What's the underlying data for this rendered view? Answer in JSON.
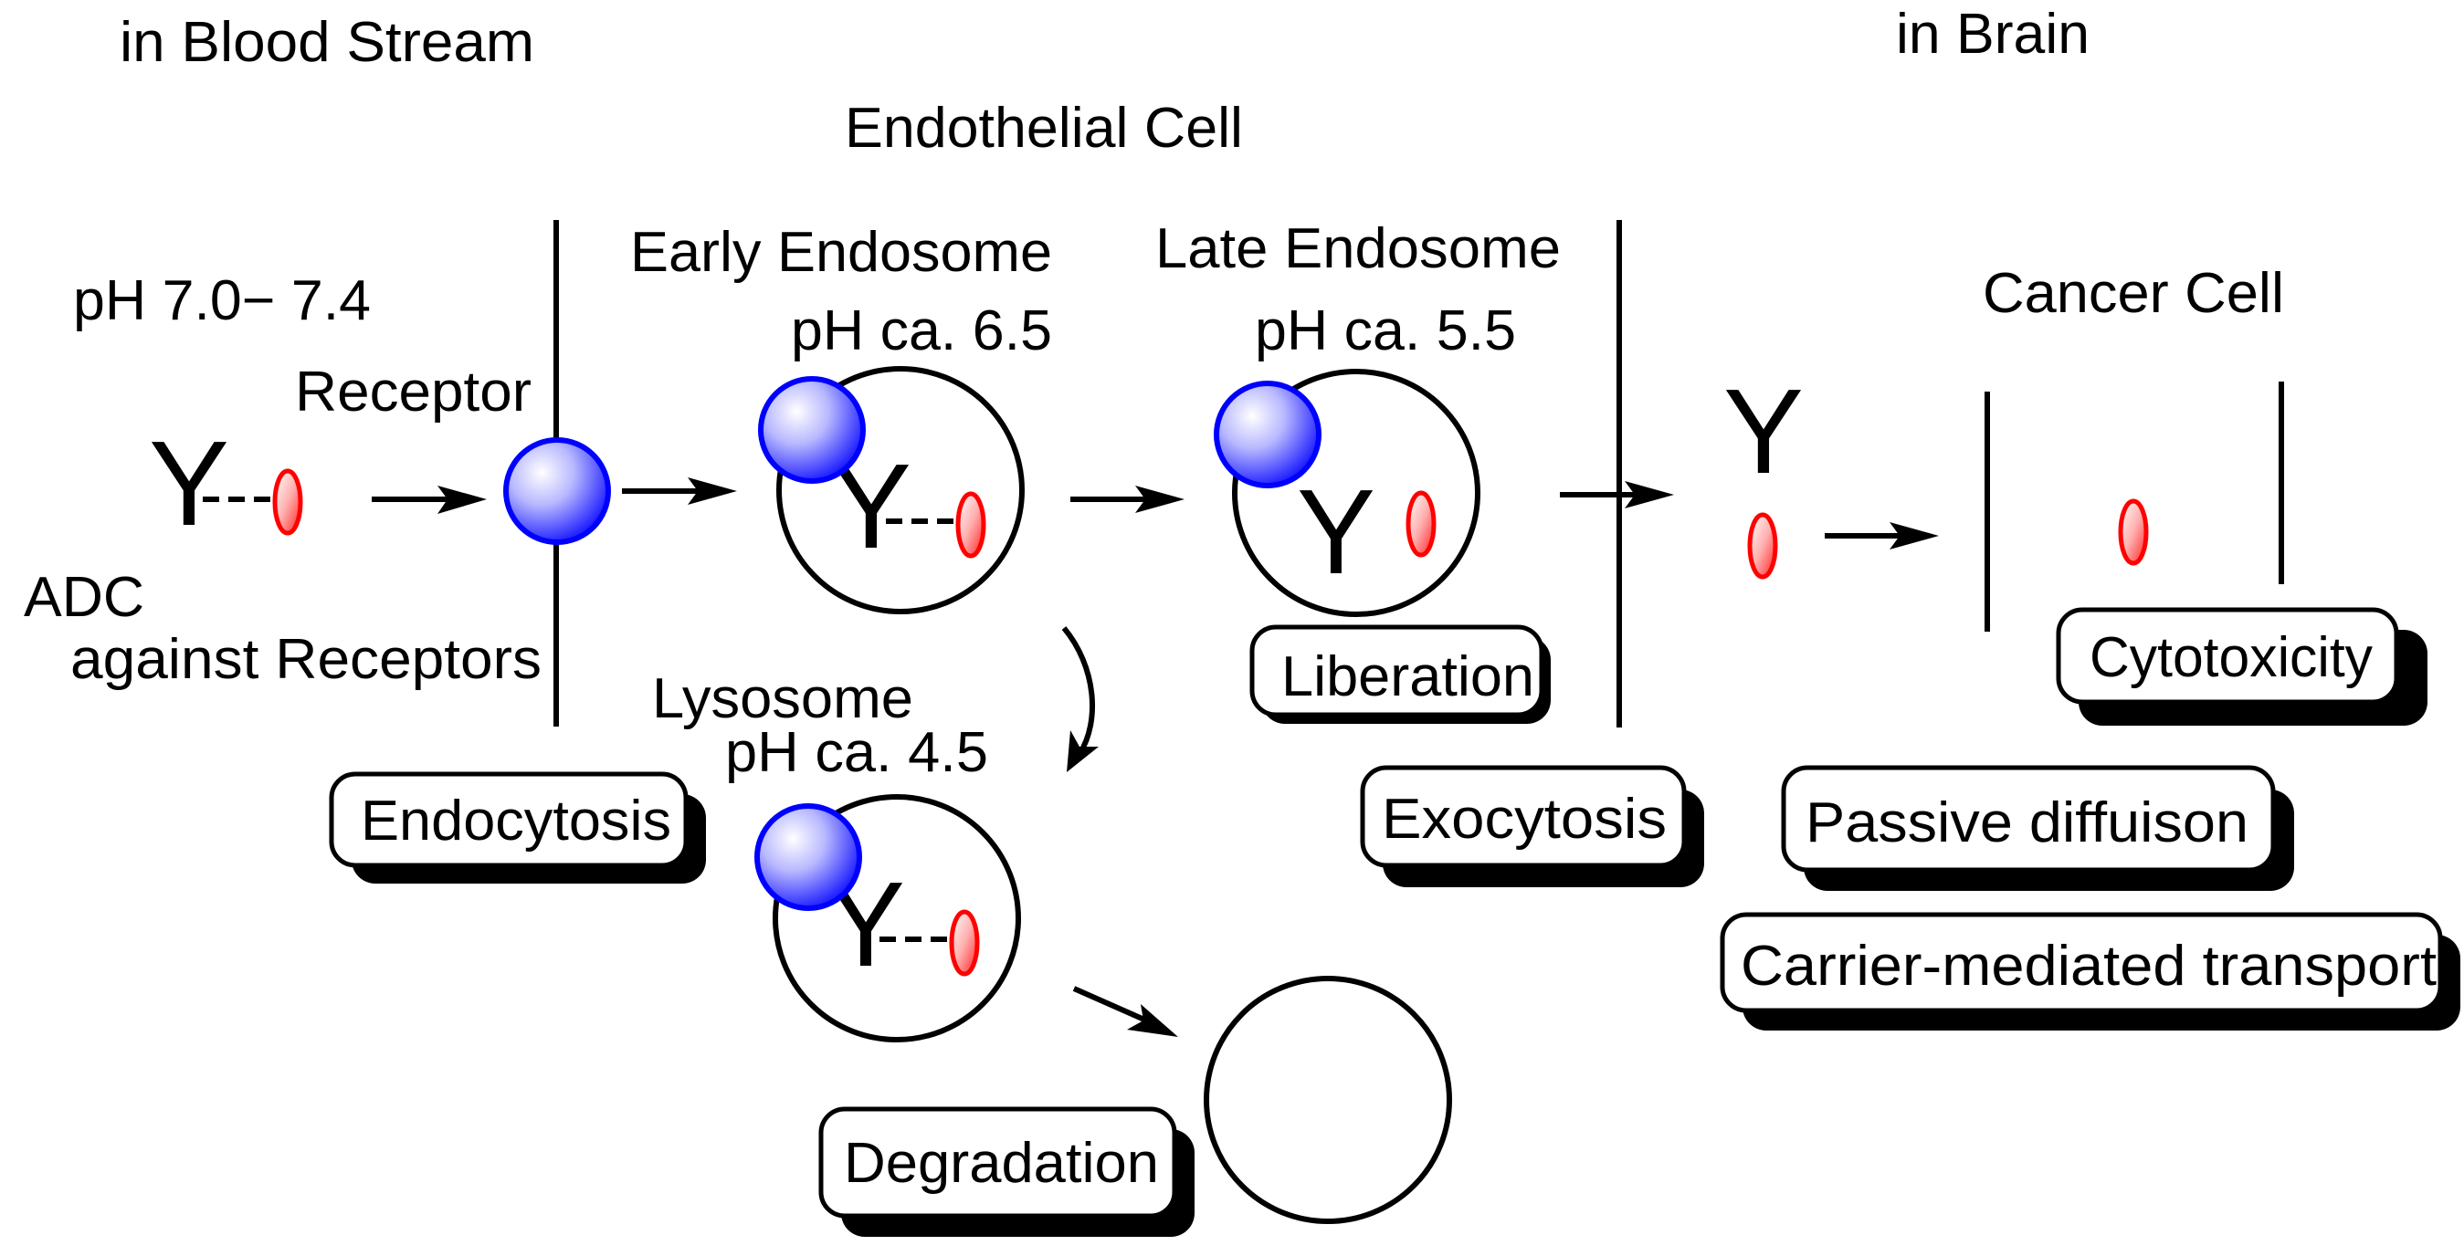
{
  "title": "ADC transport across the blood-brain barrier",
  "colors": {
    "receptor_sphere": "#0000ff",
    "drug_payload": "#ff0000",
    "line": "#000000",
    "background": "#ffffff"
  },
  "regions": {
    "blood_stream": "in Blood Stream",
    "endothelial_cell": "Endothelial Cell",
    "brain": "in Brain"
  },
  "blood_stream": {
    "ph": "pH 7.0− 7.4",
    "receptor_label": "Receptor",
    "adc_label_line1": "ADC",
    "adc_label_line2": "against Receptors",
    "antibody_glyph": "Y"
  },
  "compartments": {
    "early_endosome": {
      "name": "Early Endosome",
      "ph": "pH ca. 6.5",
      "antibody_glyph": "Y"
    },
    "late_endosome": {
      "name": "Late Endosome",
      "ph": "pH ca. 5.5",
      "antibody_glyph": "Y"
    },
    "lysosome": {
      "name": "Lysosome",
      "ph": "pH ca. 4.5",
      "antibody_glyph": "Y"
    }
  },
  "brain": {
    "cancer_cell": "Cancer Cell",
    "antibody_glyph": "Y"
  },
  "process_labels": {
    "endocytosis": "Endocytosis",
    "liberation": "Liberation",
    "exocytosis": "Exocytosis",
    "degradation": "Degradation",
    "cytotoxicity": "Cytotoxicity",
    "passive_diffusion": "Passive diffuison",
    "carrier_mediated": "Carrier-mediated transport"
  }
}
